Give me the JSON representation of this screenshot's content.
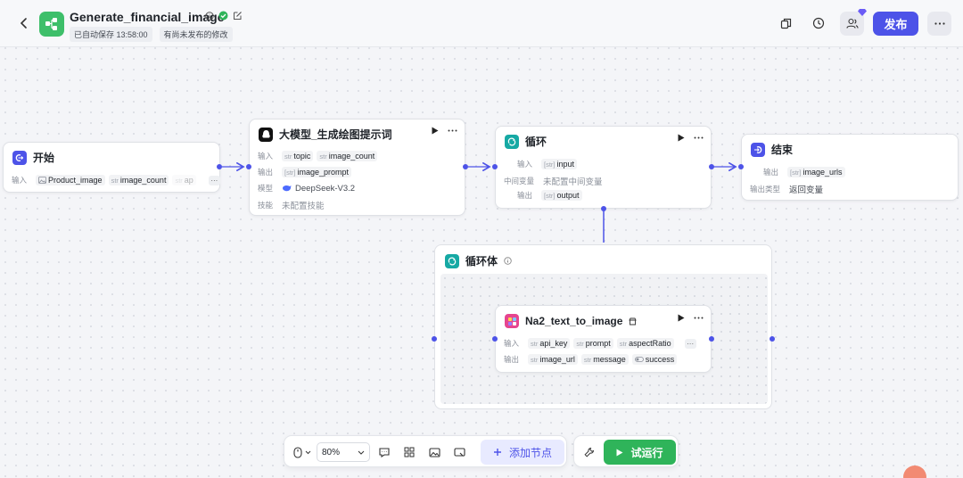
{
  "header": {
    "title": "Generate_financial_image",
    "autosave": "已自动保存 13:58:00",
    "unpublished": "有尚未发布的修改",
    "publish_label": "发布"
  },
  "nodes": {
    "start": {
      "title": "开始",
      "input_label": "输入",
      "inputs": [
        {
          "type": "",
          "name": "Product_image"
        },
        {
          "type": "str",
          "name": "image_count"
        },
        {
          "type": "str",
          "name": "ap"
        }
      ]
    },
    "llm": {
      "title": "大模型_生成绘图提示词",
      "input_label": "输入",
      "inputs": [
        {
          "type": "str",
          "name": "topic"
        },
        {
          "type": "str",
          "name": "image_count"
        }
      ],
      "output_label": "输出",
      "output": {
        "type": "[str]",
        "name": "image_prompt"
      },
      "model_label": "模型",
      "model": "DeepSeek-V3.2",
      "skill_label": "技能",
      "skill": "未配置技能"
    },
    "loop": {
      "title": "循环",
      "input_label": "输入",
      "input": {
        "type": "[str]",
        "name": "input"
      },
      "mid_label": "中间变量",
      "mid_value": "未配置中间变量",
      "output_label": "输出",
      "output": {
        "type": "[str]",
        "name": "output"
      }
    },
    "end": {
      "title": "结束",
      "output_label": "输出",
      "output": {
        "type": "[str]",
        "name": "image_urls"
      },
      "output_type_label": "输出类型",
      "output_type": "返回变量"
    },
    "loop_body": {
      "title": "循环体"
    },
    "plugin": {
      "title": "Na2_text_to_image",
      "input_label": "输入",
      "inputs": [
        {
          "type": "str",
          "name": "api_key"
        },
        {
          "type": "str",
          "name": "prompt"
        },
        {
          "type": "str",
          "name": "aspectRatio"
        }
      ],
      "output_label": "输出",
      "outputs": [
        {
          "type": "str",
          "name": "image_url"
        },
        {
          "type": "str",
          "name": "message"
        },
        {
          "type": "",
          "name": "success"
        }
      ]
    }
  },
  "toolbar": {
    "zoom": "80%",
    "add_node_label": "添加节点",
    "run_label": "试运行"
  },
  "colors": {
    "accent": "#4d53e8",
    "run_green": "#2fb45a",
    "app_green": "#3ebf6a",
    "loop_teal": "#16a9a4",
    "plugin_pink": "#e6458f"
  }
}
